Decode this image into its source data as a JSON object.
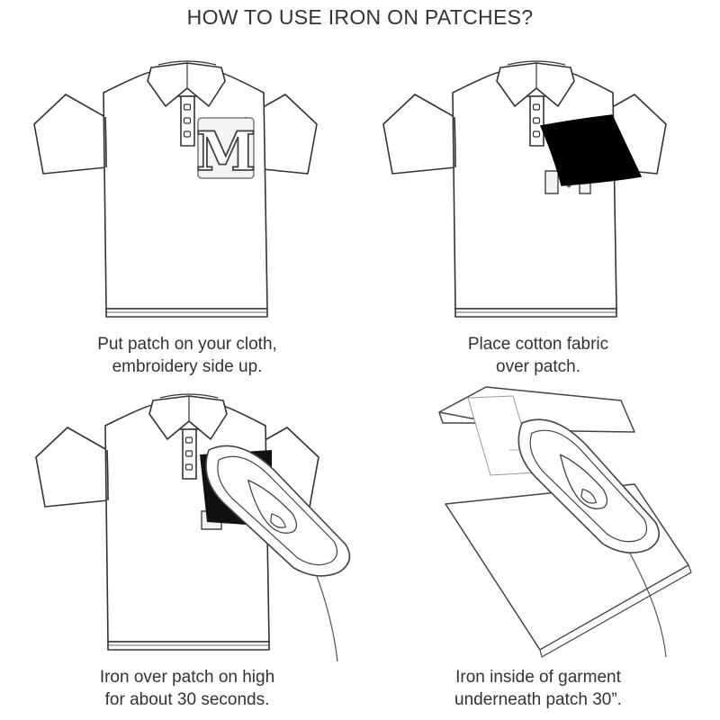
{
  "title": "HOW TO USE IRON ON PATCHES?",
  "patch_letter": "M",
  "steps": [
    {
      "line1": "Put patch on your cloth,",
      "line2": "embroidery side up."
    },
    {
      "line1": "Place cotton fabric",
      "line2": "over patch."
    },
    {
      "line1": "Iron over patch on high",
      "line2": "for about 30 seconds."
    },
    {
      "line1": "Iron inside of garment",
      "line2": "underneath patch 30”."
    }
  ]
}
